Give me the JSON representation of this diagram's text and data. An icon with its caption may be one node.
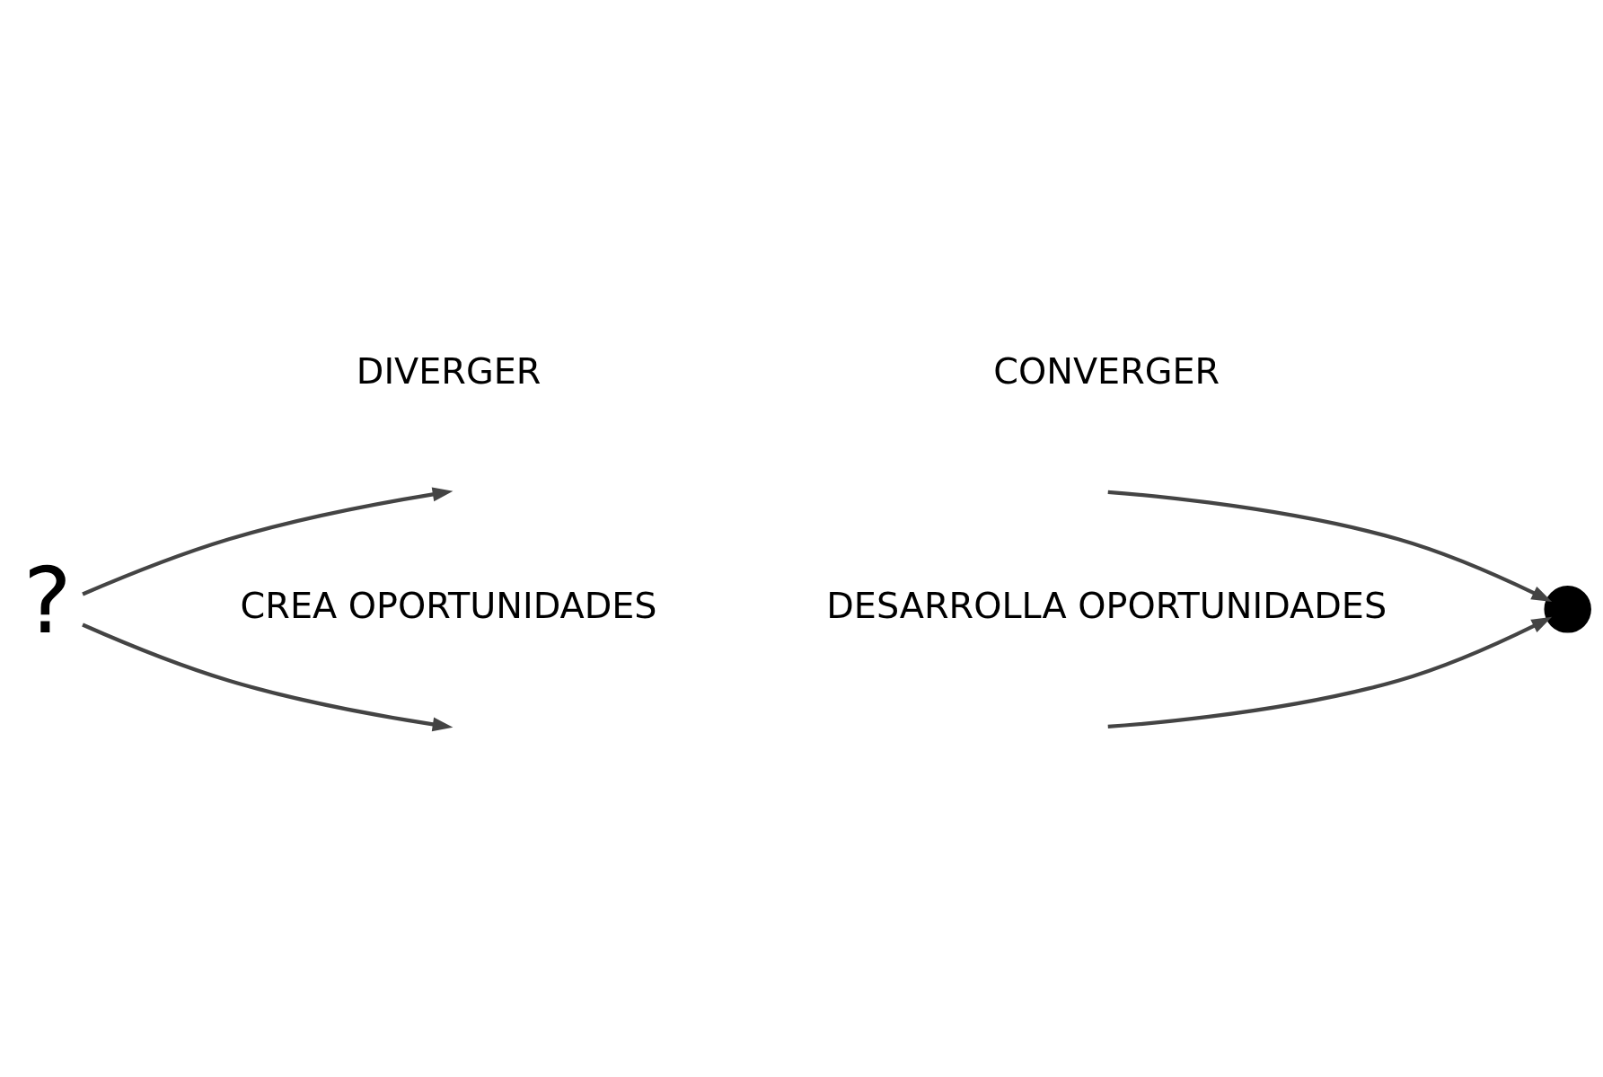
{
  "diagram": {
    "nodes": [
      {
        "text": [
          "?"
        ]
      },
      {
        "text": [],
        "shape": "circle"
      }
    ],
    "edges": [
      {
        "from": 0,
        "to": null,
        "arrow": "to"
      },
      {
        "from": 0,
        "to": null,
        "arrow": "to"
      },
      {
        "from": null,
        "to": 1,
        "arrow": "to"
      },
      {
        "from": null,
        "to": 1,
        "arrow": "to"
      }
    ],
    "labels": [
      "DIVERGER",
      "CONVERGER",
      "CREA OPORTUNIDADES",
      "DESARROLLA OPORTUNIDADES"
    ]
  }
}
